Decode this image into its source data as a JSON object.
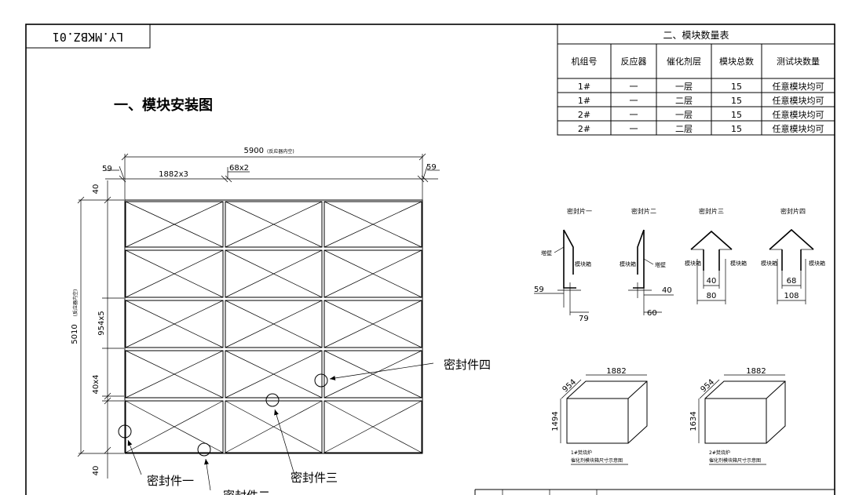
{
  "drawing_code": "LY.MKBZ.01",
  "install_title": "一、模块安装图",
  "dims": {
    "overall_width": "5900",
    "overall_width_note": "(反应器内空)",
    "overall_height": "5010",
    "overall_height_note": "(反应器内空)",
    "left_margin": "59",
    "right_margin": "59",
    "module_width": "1882x3",
    "gap_x": "68x2",
    "top_margin": "40",
    "module_height": "954x5",
    "gap_y": "40x4",
    "bottom_margin": "40"
  },
  "callouts": {
    "seal1": "密封件一",
    "seal2": "密封件二",
    "seal3": "密封件三",
    "seal4": "密封件四"
  },
  "table": {
    "title": "二、模块数量表",
    "headers": [
      "机组号",
      "反应器",
      "催化剂层",
      "模块总数",
      "测试块数量"
    ],
    "rows": [
      [
        "1#",
        "一",
        "一层",
        "15",
        "任意模块均可"
      ],
      [
        "1#",
        "一",
        "二层",
        "15",
        "任意模块均可"
      ],
      [
        "2#",
        "一",
        "一层",
        "15",
        "任意模块均可"
      ],
      [
        "2#",
        "一",
        "二层",
        "15",
        "任意模块均可"
      ]
    ]
  },
  "seals": [
    {
      "title": "密封片一",
      "wall": "塔壁",
      "box": "模块箱",
      "dim_a": "59",
      "dim_b": "79"
    },
    {
      "title": "密封片二",
      "wall": "塔壁",
      "box": "模块箱",
      "dim_a": "40",
      "dim_b": "60"
    },
    {
      "title": "密封片三",
      "box_left": "模块箱",
      "box_right": "模块箱",
      "dim_inner": "40",
      "dim_outer": "80"
    },
    {
      "title": "密封片四",
      "box_left": "模块箱",
      "box_right": "模块箱",
      "dim_inner": "68",
      "dim_outer": "108"
    }
  ],
  "boxes": [
    {
      "depth": "954",
      "width": "1882",
      "height": "1494",
      "caption1": "1#焚烧炉",
      "caption2": "催化剂模块箱尺寸示意图"
    },
    {
      "depth": "954",
      "width": "1882",
      "height": "1634",
      "caption1": "2#焚烧炉",
      "caption2": "催化剂模块箱尺寸示意图"
    }
  ]
}
